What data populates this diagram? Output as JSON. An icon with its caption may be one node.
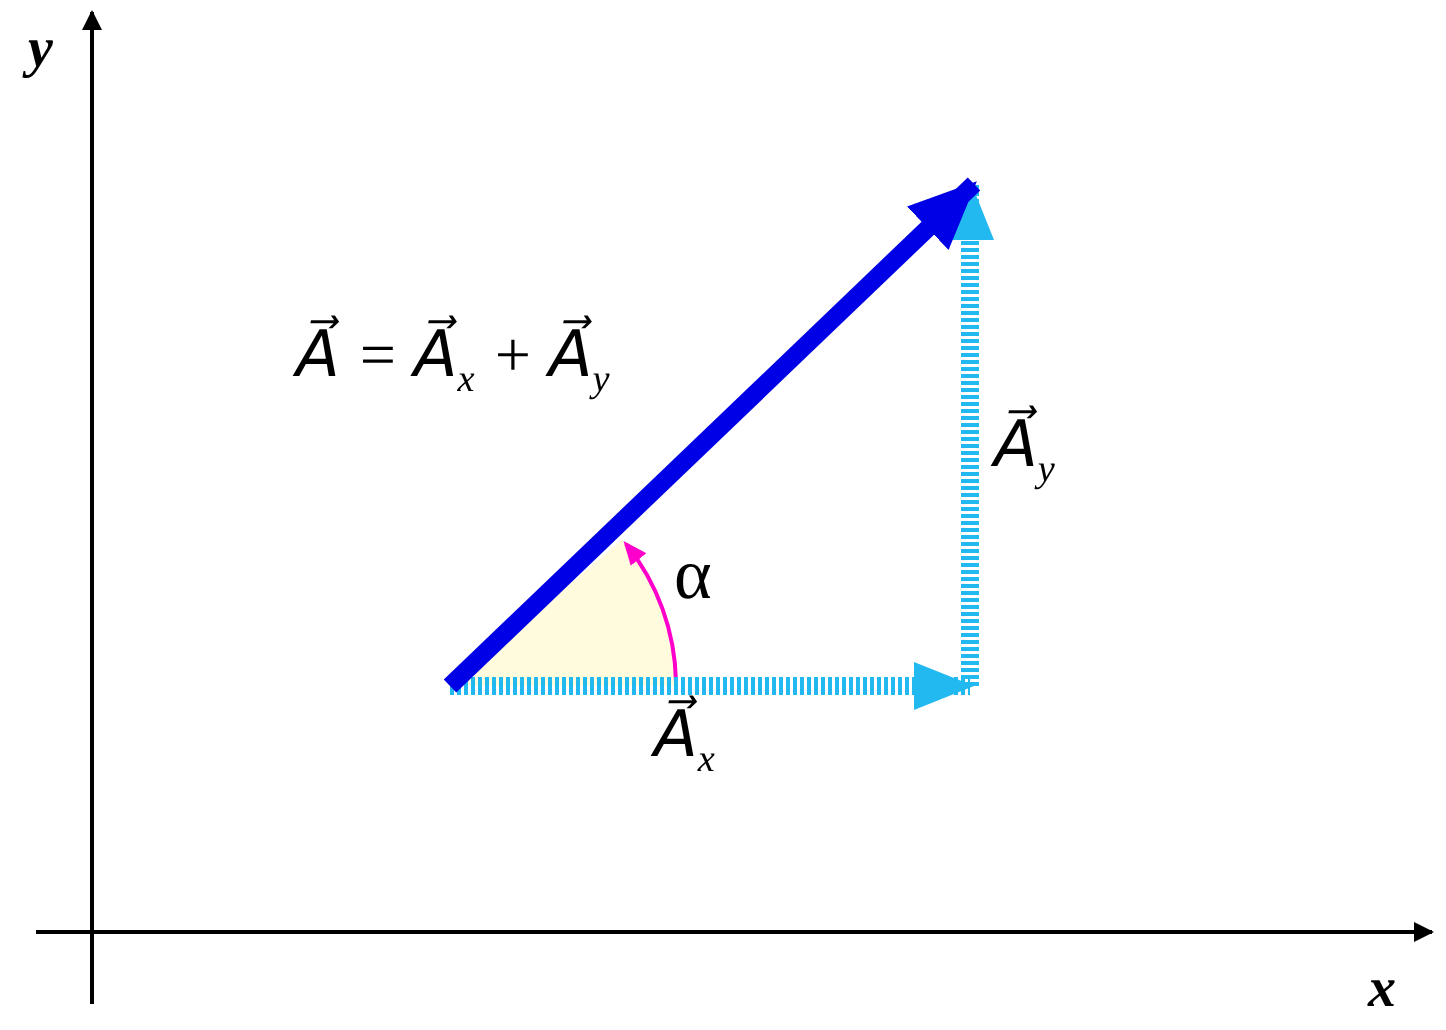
{
  "diagram": {
    "labels": [
      "y",
      "A⃗ = A⃗$_{x}$ + A⃗$_{y}$",
      "A⃗$_{y}$",
      "α",
      "A⃗$_{x}$",
      "x"
    ]
  }
}
